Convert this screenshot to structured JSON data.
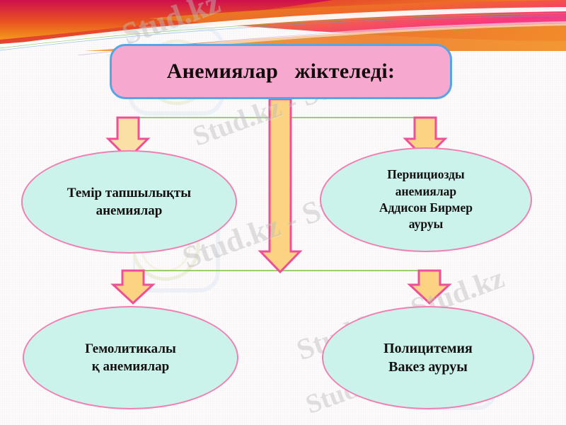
{
  "slide": {
    "title": "Анемиялар   жіктеледі:",
    "title_fill": "#f7a8ce",
    "title_border": "#56a5e4",
    "oval_fill": "#ccf2ec",
    "oval_border": "#f07fb2",
    "arrow_fill_light": "#fbe0a6",
    "arrow_fill_main": "#fbd383",
    "arrow_outline": "#ef4f96",
    "connector_line": "#7ec242",
    "banner_colors": [
      "#e09213",
      "#d1134f",
      "#ee7b26",
      "#f53a7c",
      "#f29a2e"
    ]
  },
  "nodes": [
    {
      "id": "iron",
      "label": "Темір тапшылықты\nанемиялар"
    },
    {
      "id": "pernicious",
      "label": "Пернициозды\nанемиялар\nАддисон Бирмер\nауруы"
    },
    {
      "id": "hemolytic",
      "label": "Гемолитикалы\nқ  анемиялар"
    },
    {
      "id": "polycythemia",
      "label": "Полицитемия\nВакез ауруы"
    }
  ],
  "watermarks": {
    "a": "Stud.kz",
    "b": "Stud.kz - Stud.kz",
    "c": "Stud.kz - Stud.kz",
    "d": "Stud.kz - Stud.kz",
    "e": "Stud.kz"
  },
  "chart_data": {
    "type": "diagram",
    "title": "Анемиялар   жіктеледі:",
    "layout": "top-down classification tree, 1 root -> 4 leaf ovals (2x2 grid)",
    "root": "Анемиялар   жіктеледі:",
    "leaves": [
      "Темір тапшылықты анемиялар",
      "Пернициозды анемиялар Аддисон Бирмер ауруы",
      "Гемолитикалы қ анемиялар",
      "Полицитемия Вакез ауруы"
    ],
    "connectors": 5,
    "connector_style": "thin green horizontal rails with pale-yellow pink-outlined down arrows"
  }
}
